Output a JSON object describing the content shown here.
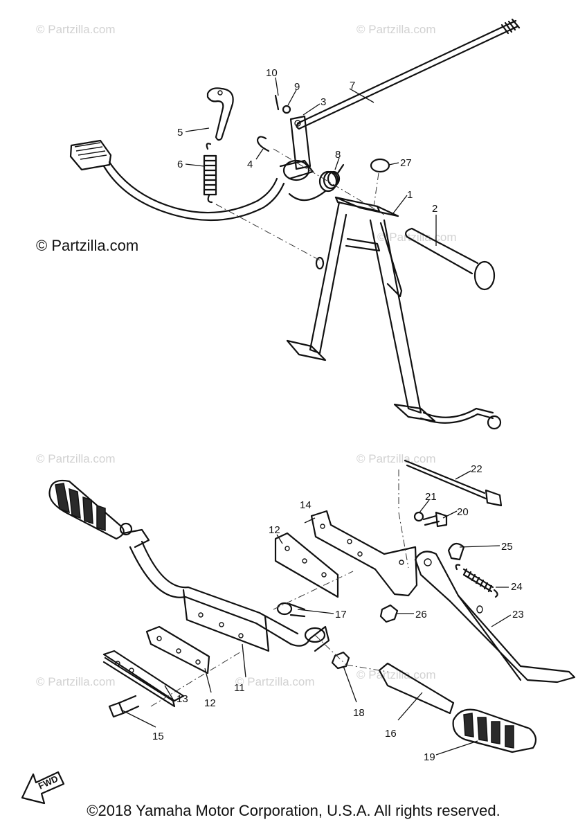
{
  "watermarks": {
    "wm1": "© Partzilla.com",
    "wm2": "© Partzilla.com",
    "wm3": "© Partzilla.com",
    "wm4": "© Partzilla.com",
    "wm5": "© Partzilla.com",
    "wm6": "© Partzilla.com",
    "wm7": "© Partzilla.com",
    "wm8": "© Partzilla.com",
    "wm9": "© Partzilla.com"
  },
  "callouts": {
    "c1": "1",
    "c2": "2",
    "c3": "3",
    "c4": "4",
    "c5": "5",
    "c6": "6",
    "c7": "7",
    "c8": "8",
    "c9": "9",
    "c10": "10",
    "c11": "11",
    "c12a": "12",
    "c12b": "12",
    "c13": "13",
    "c14": "14",
    "c15": "15",
    "c16": "16",
    "c17": "17",
    "c18": "18",
    "c19": "19",
    "c20": "20",
    "c21": "21",
    "c22": "22",
    "c23": "23",
    "c24": "24",
    "c25": "25",
    "c26": "26",
    "c27": "27"
  },
  "fwd_label": "FWD",
  "copyright": "©2018 Yamaha Motor Corporation, U.S.A. All rights reserved."
}
